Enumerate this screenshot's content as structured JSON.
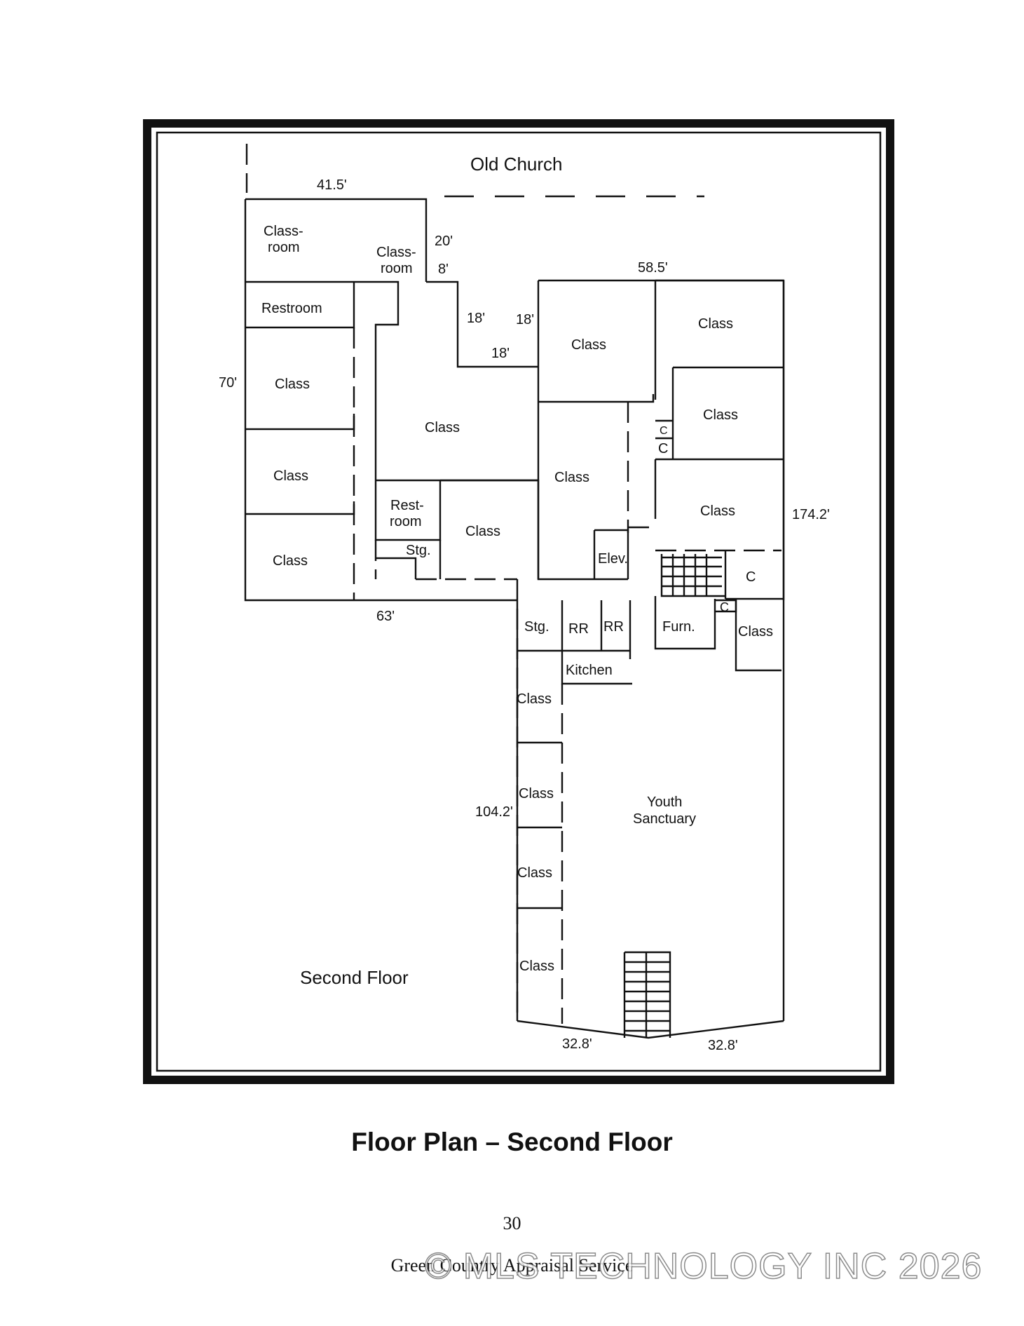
{
  "plan": {
    "floor_label": "Second Floor",
    "old_church": "Old Church",
    "dimensions": {
      "d_41_5": "41.5'",
      "d_20": "20'",
      "d_8": "8'",
      "d_58_5": "58.5'",
      "d_18_a": "18'",
      "d_18_b": "18'",
      "d_18_c": "18'",
      "d_70": "70'",
      "d_174_2": "174.2'",
      "d_63": "63'",
      "d_104_2": "104.2'",
      "d_32_8_a": "32.8'",
      "d_32_8_b": "32.8'"
    },
    "rooms": {
      "classroom_1_l1": "Class-",
      "classroom_1_l2": "room",
      "classroom_2_l1": "Class-",
      "classroom_2_l2": "room",
      "restroom": "Restroom",
      "class_w1": "Class",
      "class_w2": "Class",
      "class_w3": "Class",
      "class_center": "Class",
      "restroom_small_l1": "Rest-",
      "restroom_small_l2": "room",
      "storage_1": "Stg.",
      "class_center_lower": "Class",
      "class_c1": "Class",
      "class_c2": "Class",
      "elevator": "Elev.",
      "class_e1": "Class",
      "class_e2": "Class",
      "class_e3": "Class",
      "closet_1": "C",
      "closet_2": "C",
      "closet_3": "C",
      "closet_4": "C",
      "storage_2": "Stg.",
      "rr_1": "RR",
      "rr_2": "RR",
      "furnace": "Furn.",
      "class_e4": "Class",
      "kitchen": "Kitchen",
      "class_s1": "Class",
      "class_s2": "Class",
      "class_s3": "Class",
      "class_s4": "Class",
      "youth_l1": "Youth",
      "youth_l2": "Sanctuary"
    }
  },
  "caption": "Floor Plan – Second Floor",
  "page_number": "30",
  "footer_company": "Green Country Appraisal Service",
  "watermark": "© MLS TECHNOLOGY INC 2026"
}
